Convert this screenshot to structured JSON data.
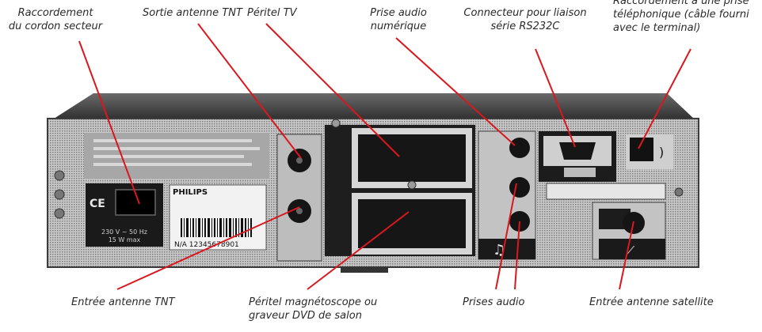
{
  "labels": {
    "secteur": "Raccordement\ndu cordon secteur",
    "sortie_tnt": "Sortie antenne TNT",
    "peritel_tv": "Péritel TV",
    "audio_num": "Prise audio\nnumérique",
    "rs232": "Connecteur pour liaison\nsérie RS232C",
    "telephone": "Raccordement à une prise\ntéléphonique (câble fourni\navec le terminal)",
    "entree_tnt": "Entrée antenne TNT",
    "peritel_mag": "Péritel magnétoscope ou\ngraveur DVD de salon",
    "prises_audio": "Prises audio",
    "satellite": "Entrée antenne satellite"
  },
  "device": {
    "brand": "PHILIPS",
    "ce_mark": "CE",
    "power_rating": "230 V ~ 50 Hz\n15 W max",
    "serial": "N/A 12345678901"
  },
  "colors": {
    "leader_line": "#d9181e",
    "chassis": "#8f8f8f",
    "panel_dark": "#1c1c1c"
  }
}
